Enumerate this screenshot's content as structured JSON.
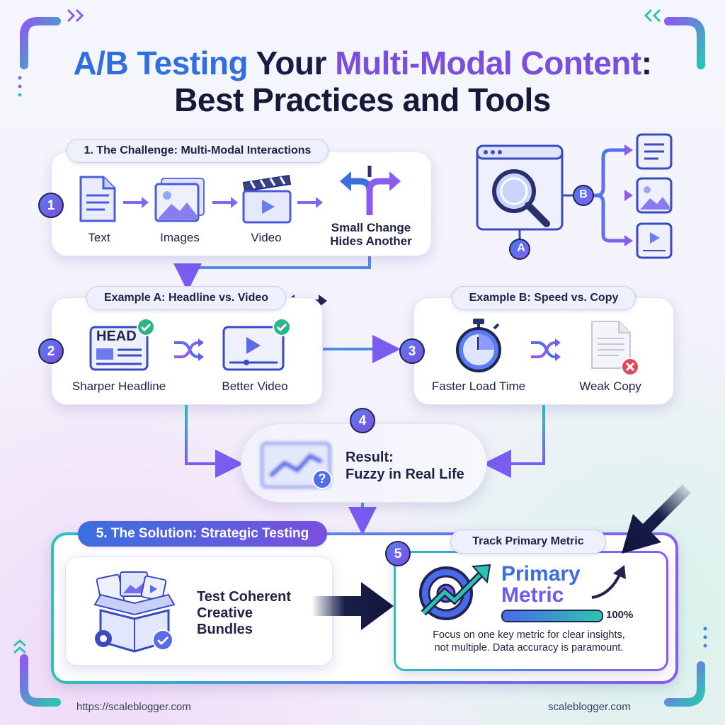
{
  "title": {
    "line1_part1": "A/B Testing",
    "line1_part2": "Your",
    "line1_part3": "Multi-Modal Content",
    "line1_colon": ":",
    "line2": "Best Practices and Tools"
  },
  "challenge": {
    "pill": "1. The Challenge: Multi-Modal Interactions",
    "step": "1",
    "items": [
      "Text",
      "Images",
      "Video"
    ],
    "small_change_line1": "Small Change",
    "small_change_line2": "Hides Another"
  },
  "hero": {
    "label_a": "A",
    "label_b": "B"
  },
  "example_a": {
    "pill": "Example A: Headline vs. Video",
    "step": "2",
    "head_word": "HEAD",
    "item1": "Sharper Headline",
    "item2": "Better Video"
  },
  "example_b": {
    "pill": "Example B: Speed vs. Copy",
    "step": "3",
    "item1": "Faster Load Time",
    "item2": "Weak Copy"
  },
  "result": {
    "step": "4",
    "line1": "Result:",
    "line2": "Fuzzy in Real Life",
    "question": "?"
  },
  "solution": {
    "pill": "5. The Solution: Strategic Testing",
    "bundle_line1": "Test Coherent",
    "bundle_line2": "Creative",
    "bundle_line3": "Bundles"
  },
  "metric": {
    "step": "5",
    "pill": "Track Primary Metric",
    "word1": "Primary",
    "word2": "Metric",
    "progress_percent": 100,
    "progress_label": "100%",
    "desc_line1": "Focus on one key metric for clear insights,",
    "desc_line2": "not multiple. Data accuracy is paramount."
  },
  "footer": {
    "left": "https://scaleblogger.com",
    "right": "scaleblogger.com"
  },
  "colors": {
    "accent_blue": "#2f6fe0",
    "accent_purple": "#7a4fe0",
    "accent_teal": "#2bc4b4",
    "dark_navy": "#181c45"
  }
}
